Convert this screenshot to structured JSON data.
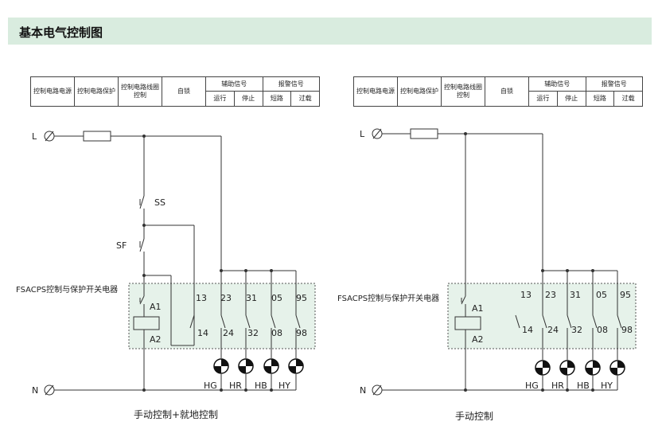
{
  "title": "基本电气控制图",
  "table_headers": {
    "supply": "控制电路电源",
    "protect": "控制电路保护",
    "coil": "控制电路线圈控制",
    "selflock": "自锁",
    "aux": "辅助信号",
    "run": "运行",
    "stop": "停止",
    "alarm": "报警信号",
    "short": "短路",
    "overload": "过载"
  },
  "labels": {
    "L": "L",
    "N": "N",
    "SS": "SS",
    "SF": "SF",
    "A1": "A1",
    "A2": "A2",
    "device": "FSACPS控制与保护开关电器",
    "terminals_top": [
      "13",
      "23",
      "31",
      "05",
      "95"
    ],
    "terminals_bottom": [
      "14",
      "24",
      "32",
      "08",
      "98"
    ],
    "lamps": [
      "HG",
      "HR",
      "HB",
      "HY"
    ]
  },
  "captions": {
    "left": "手动控制+就地控制",
    "right": "手动控制"
  }
}
